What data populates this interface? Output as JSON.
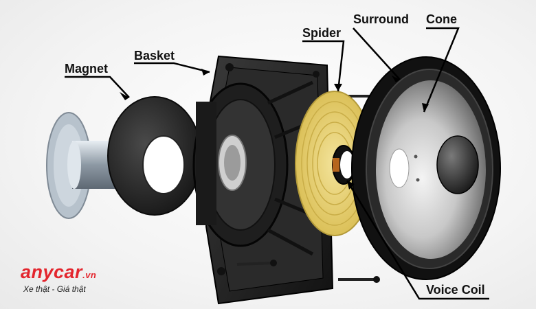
{
  "labels": {
    "magnet": "Magnet",
    "basket": "Basket",
    "spider": "Spider",
    "surround": "Surround",
    "cone": "Cone",
    "voice_coil": "Voice Coil"
  },
  "logo": {
    "name": "anycar",
    "suffix": ".vn",
    "tagline": "Xe thật - Giá thật"
  },
  "colors": {
    "logo_red": "#e3262e",
    "spider_yellow": "#e7cf6a",
    "speaker_black": "#1b1b1b"
  }
}
